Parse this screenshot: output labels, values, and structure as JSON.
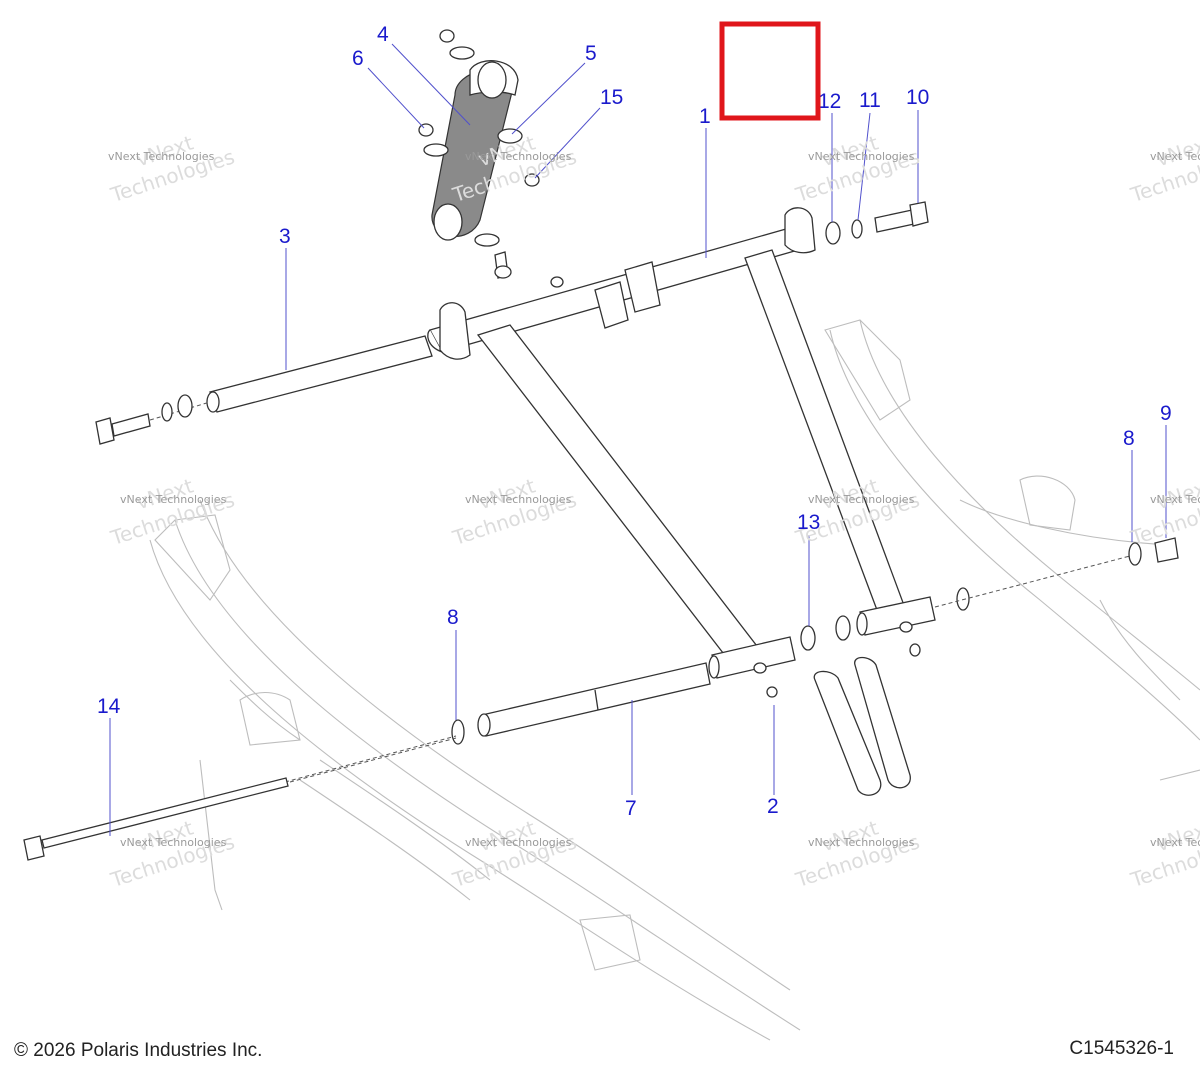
{
  "callouts": [
    {
      "id": "1",
      "label": "1"
    },
    {
      "id": "2",
      "label": "2"
    },
    {
      "id": "3",
      "label": "3"
    },
    {
      "id": "4",
      "label": "4"
    },
    {
      "id": "5",
      "label": "5"
    },
    {
      "id": "6",
      "label": "6"
    },
    {
      "id": "7",
      "label": "7"
    },
    {
      "id": "8a",
      "label": "8"
    },
    {
      "id": "8b",
      "label": "8"
    },
    {
      "id": "9",
      "label": "9"
    },
    {
      "id": "10",
      "label": "10"
    },
    {
      "id": "11",
      "label": "11"
    },
    {
      "id": "12",
      "label": "12"
    },
    {
      "id": "13",
      "label": "13"
    },
    {
      "id": "14",
      "label": "14"
    },
    {
      "id": "15",
      "label": "15"
    }
  ],
  "watermark": {
    "line1": "vNext",
    "line2": "Technologies",
    "line3": "vNext Technologies"
  },
  "highlight_color": "#e0161b",
  "callout_color": "#1a1acc",
  "footer": {
    "copyright": "© 2026 Polaris Industries Inc.",
    "diagram_code": "C1545326-1"
  }
}
